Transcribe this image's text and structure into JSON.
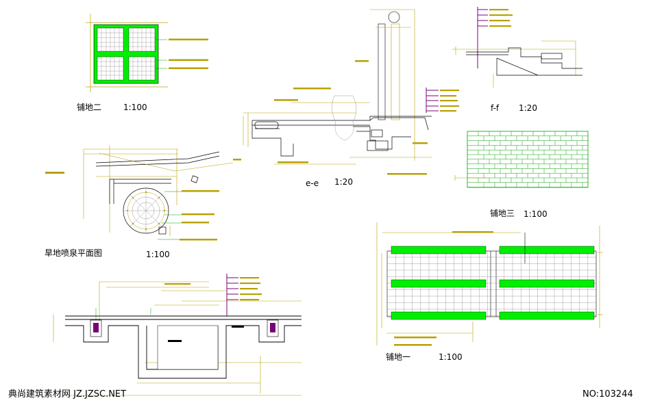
{
  "drawing_titles": {
    "paving_two": "铺地二",
    "paving_two_scale": "1:100",
    "section_ee": "e-e",
    "section_ee_scale": "1:20",
    "section_ff": "f-f",
    "section_ff_scale": "1:20",
    "fountain_plan": "旱地喷泉平面图",
    "fountain_plan_scale": "1:100",
    "paving_three": "铺地三",
    "paving_three_scale": "1:100",
    "paving_one": "铺地一",
    "paving_one_scale": "1:100"
  },
  "watermark": {
    "left": "典尚建筑素材网 JZ.JZSC.NET",
    "right": "NO:103244"
  },
  "colors": {
    "green_fill": "#00ee00",
    "dim_line": "#b8a000",
    "leader": "#00a000",
    "material_tag": "#7a007a",
    "outline": "#000000"
  }
}
